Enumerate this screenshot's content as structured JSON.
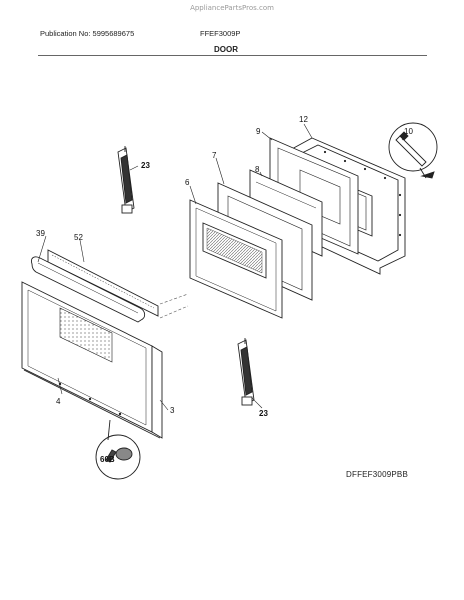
{
  "header": {
    "site": "AppliancePartsPros.com",
    "publication": "Publication No: 5995689675",
    "model": "FFEF3009P",
    "section_title": "DOOR"
  },
  "footer": {
    "diagram_id": "DFFEF3009PBB"
  },
  "callouts": {
    "c12": "12",
    "c9": "9",
    "c10": "10",
    "c7": "7",
    "c8": "8",
    "c6": "6",
    "c23a": "23",
    "c39": "39",
    "c52": "52",
    "c4": "4",
    "c3": "3",
    "c23b": "23",
    "c60b": "60B"
  }
}
